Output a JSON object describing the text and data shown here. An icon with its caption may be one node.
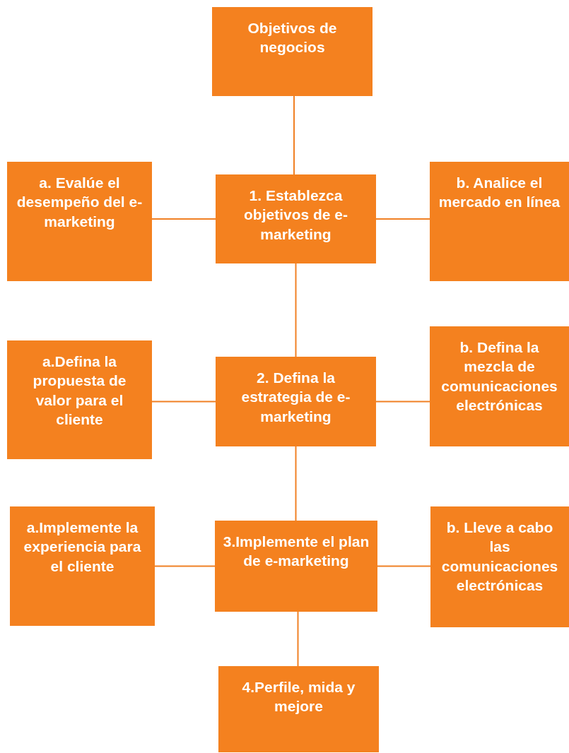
{
  "diagram": {
    "nodes": [
      {
        "text": [
          "Objetivos de negocios"
        ]
      },
      {
        "text": [
          "a. Evalúe el desempeño del e-marketing"
        ]
      },
      {
        "text": [
          "1. Establezca objetivos de e-marketing"
        ]
      },
      {
        "text": [
          "b. Analice el mercado en línea"
        ]
      },
      {
        "text": [
          "a.Defina la propuesta de valor para el cliente"
        ]
      },
      {
        "text": [
          "2. Defina la estrategia de e-marketing"
        ]
      },
      {
        "text": [
          "b. Defina la mezcla de comunicaciones electrónicas"
        ]
      },
      {
        "text": [
          "a.Implemente la experiencia para el cliente"
        ]
      },
      {
        "text": [
          "3.Implemente el plan de e-marketing"
        ]
      },
      {
        "text": [
          "b. Lleve a cabo las comunicaciones electrónicas"
        ]
      },
      {
        "text": [
          "4.Perfile, mida y mejore"
        ]
      }
    ],
    "edges": [
      {
        "from": 0,
        "to": 2,
        "arrow": "none"
      },
      {
        "from": 2,
        "to": 1,
        "arrow": "none"
      },
      {
        "from": 2,
        "to": 3,
        "arrow": "none"
      },
      {
        "from": 2,
        "to": 5,
        "arrow": "none"
      },
      {
        "from": 5,
        "to": 4,
        "arrow": "none"
      },
      {
        "from": 5,
        "to": 6,
        "arrow": "none"
      },
      {
        "from": 5,
        "to": 8,
        "arrow": "none"
      },
      {
        "from": 8,
        "to": 7,
        "arrow": "none"
      },
      {
        "from": 8,
        "to": 9,
        "arrow": "none"
      },
      {
        "from": 8,
        "to": 10,
        "arrow": "none"
      }
    ]
  }
}
